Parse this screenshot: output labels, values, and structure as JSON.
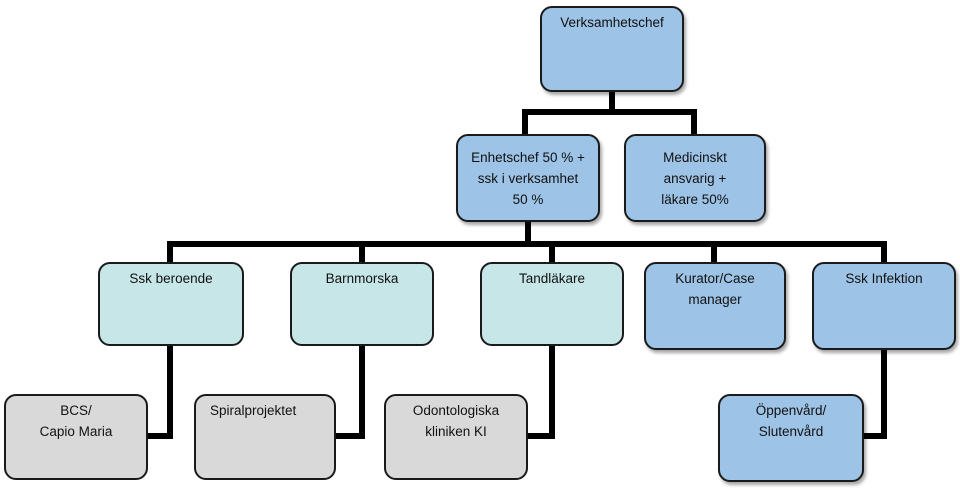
{
  "nodes": {
    "verksamhetschef": {
      "label": "Verksamhetschef",
      "fill": "#9dc3e6"
    },
    "enhetschef": {
      "label": "Enhetschef 50 % +\nssk i verksamhet\n50 %",
      "fill": "#9dc3e6"
    },
    "medicinskt": {
      "label": "Medicinskt\nansvarig +\nläkare 50%",
      "fill": "#9dc3e6"
    },
    "ssk_beroende": {
      "label": "Ssk beroende",
      "fill": "#c6e6e8"
    },
    "barnmorska": {
      "label": "Barnmorska",
      "fill": "#c6e6e8"
    },
    "tandlakare": {
      "label": "Tandläkare",
      "fill": "#c6e6e8"
    },
    "kurator": {
      "label": "Kurator/Case\nmanager",
      "fill": "#9dc3e6"
    },
    "ssk_infektion": {
      "label": "Ssk Infektion",
      "fill": "#9dc3e6"
    },
    "bcs": {
      "label": "BCS/\nCapio Maria",
      "fill": "#d9d9d9"
    },
    "spiral": {
      "label": "Spiralprojektet",
      "fill": "#d9d9d9"
    },
    "odonto": {
      "label": "Odontologiska\nkliniken KI",
      "fill": "#d9d9d9"
    },
    "oppenvard": {
      "label": "Öppenvård/\nSlutenvård",
      "fill": "#9dc3e6"
    }
  },
  "connector_color": "#000000"
}
